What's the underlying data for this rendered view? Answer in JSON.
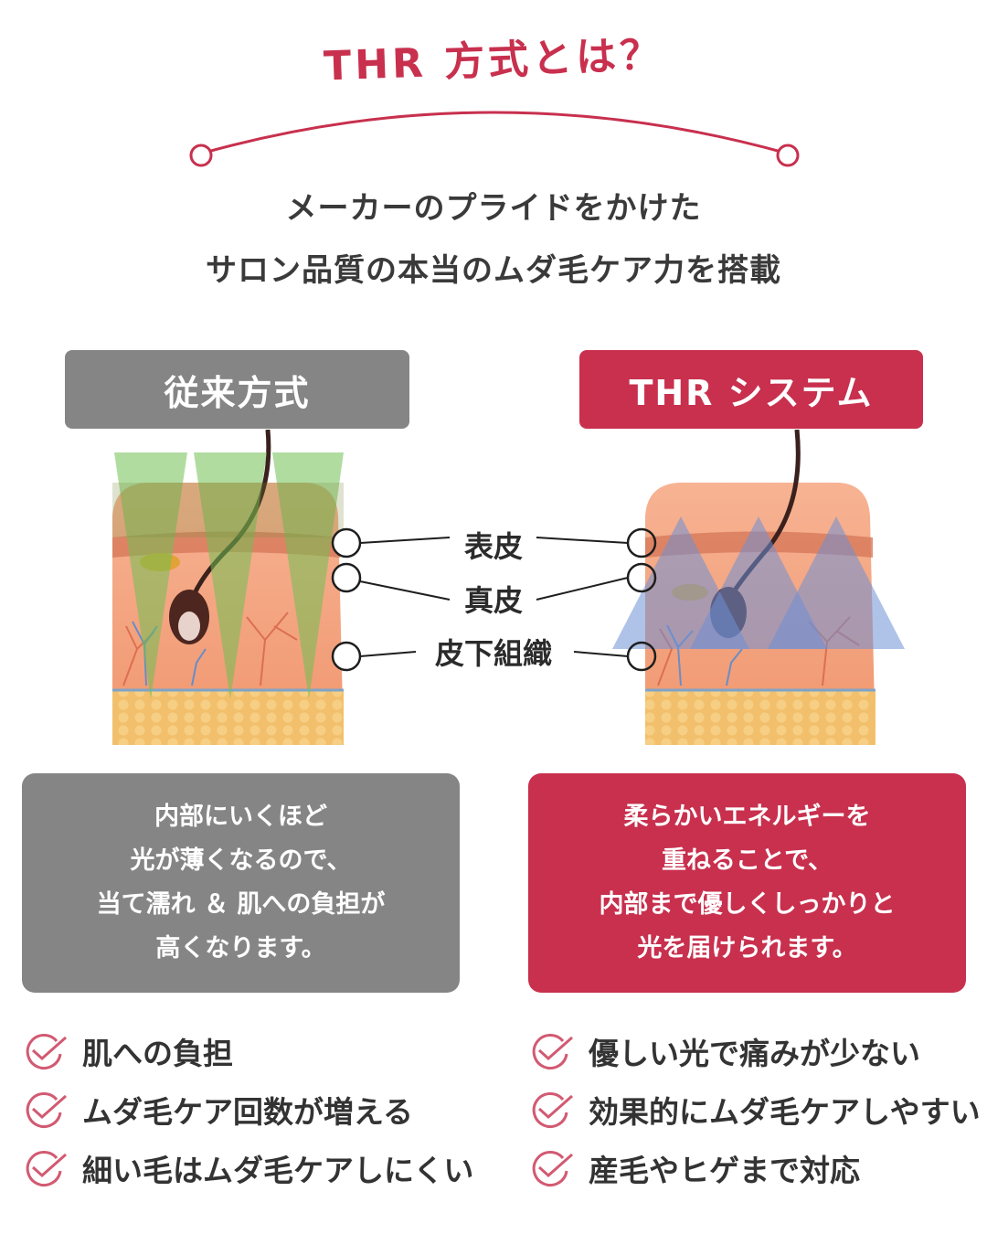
{
  "header": {
    "title": "THR 方式とは？",
    "subtitle_line1": "メーカーのプライドをかけた",
    "subtitle_line2": "サロン品質の本当のムダ毛ケア力を搭載"
  },
  "colors": {
    "accent": "#c8304e",
    "gray": "#858585",
    "skin": "#f4a47c",
    "fat": "#f2c06c",
    "green_light": "#8fd06a",
    "blue_light": "#6d8fd6"
  },
  "comparison": {
    "left": {
      "label": "従来方式",
      "description": [
        "内部にいくほど",
        "光が薄くなるので、",
        "当て濡れ ＆ 肌への負担が",
        "高くなります。"
      ],
      "points": [
        "肌への負担",
        "ムダ毛ケア回数が増える",
        "細い毛はムダ毛ケアしにくい"
      ]
    },
    "right": {
      "label": "THR システム",
      "description": [
        "柔らかいエネルギーを",
        "重ねることで、",
        "内部まで優しくしっかりと",
        "光を届けられます。"
      ],
      "points": [
        "優しい光で痛みが少ない",
        "効果的にムダ毛ケアしやすい",
        "産毛やヒゲまで対応"
      ]
    }
  },
  "layers": [
    "表皮",
    "真皮",
    "皮下組織"
  ],
  "icons": {
    "check": "circle-check-icon",
    "arc_ends": "circle-marker-icon"
  }
}
